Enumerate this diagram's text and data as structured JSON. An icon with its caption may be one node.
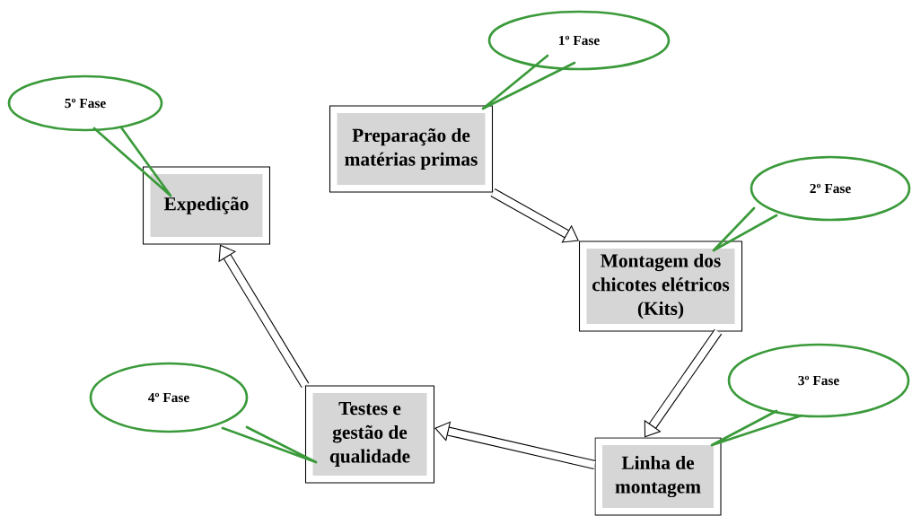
{
  "diagram": {
    "nodes": [
      {
        "text": [
          "1º Fase"
        ]
      },
      {
        "text": [
          "Preparação de matérias primas"
        ]
      },
      {
        "text": [
          "2º Fase"
        ]
      },
      {
        "text": [
          "Montagem dos chicotes elétricos (Kits)"
        ]
      },
      {
        "text": [
          "3º Fase"
        ]
      },
      {
        "text": [
          "Linha de montagem"
        ]
      },
      {
        "text": [
          "4º Fase"
        ]
      },
      {
        "text": [
          "Testes e gestão de qualidade"
        ]
      },
      {
        "text": [
          "5º Fase"
        ]
      },
      {
        "text": [
          "Expedição"
        ]
      }
    ],
    "edges": [
      {
        "from": 1,
        "to": 3,
        "arrow": "to",
        "style": "thick",
        "color": "#000000"
      },
      {
        "from": 3,
        "to": 5,
        "arrow": "to",
        "style": "thick",
        "color": "#000000"
      },
      {
        "from": 5,
        "to": 7,
        "arrow": "to",
        "style": "thick",
        "color": "#000000"
      },
      {
        "from": 7,
        "to": 9,
        "arrow": "to",
        "style": "thick",
        "color": "#000000"
      },
      {
        "from": 0,
        "to": 1,
        "arrow": "none",
        "color": "#3a9a3a"
      },
      {
        "from": 2,
        "to": 3,
        "arrow": "none",
        "color": "#3a9a3a"
      },
      {
        "from": 4,
        "to": 5,
        "arrow": "none",
        "color": "#3a9a3a"
      },
      {
        "from": 6,
        "to": 7,
        "arrow": "none",
        "color": "#3a9a3a"
      },
      {
        "from": 8,
        "to": 9,
        "arrow": "none",
        "color": "#3a9a3a"
      }
    ]
  }
}
